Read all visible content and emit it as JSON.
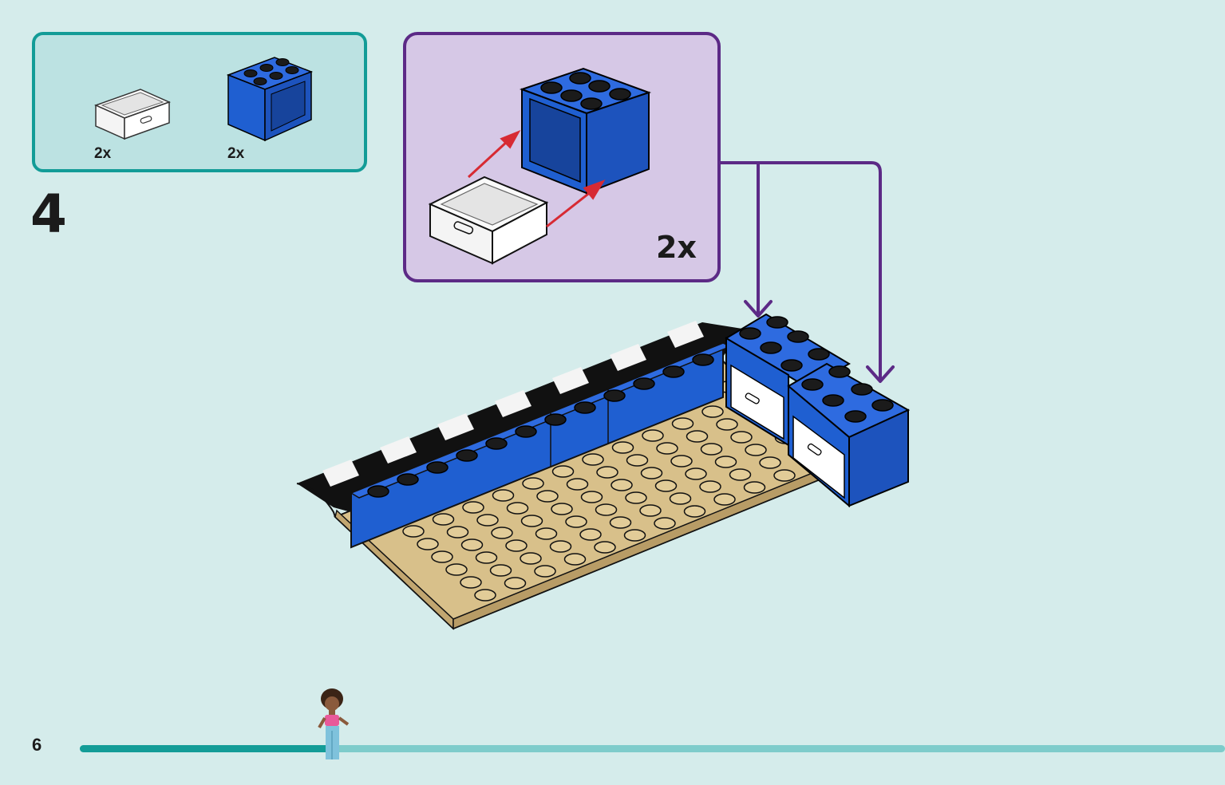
{
  "parts_list": {
    "items": [
      {
        "name": "drawer",
        "color": "#ffffff",
        "qty": "2x"
      },
      {
        "name": "cupboard",
        "color": "#1f5fd1",
        "qty": "2x"
      }
    ]
  },
  "step": {
    "number": "4"
  },
  "subassembly": {
    "qty": "2x"
  },
  "footer": {
    "page_number": "6",
    "progress": 0.22
  },
  "colors": {
    "background": "#d5eceb",
    "parts_box_border": "#139c97",
    "sub_box_border": "#5c2a86",
    "brick_blue": "#1f5fd1",
    "plate_tan": "#d8c08a",
    "arrow_red": "#d72a33"
  }
}
